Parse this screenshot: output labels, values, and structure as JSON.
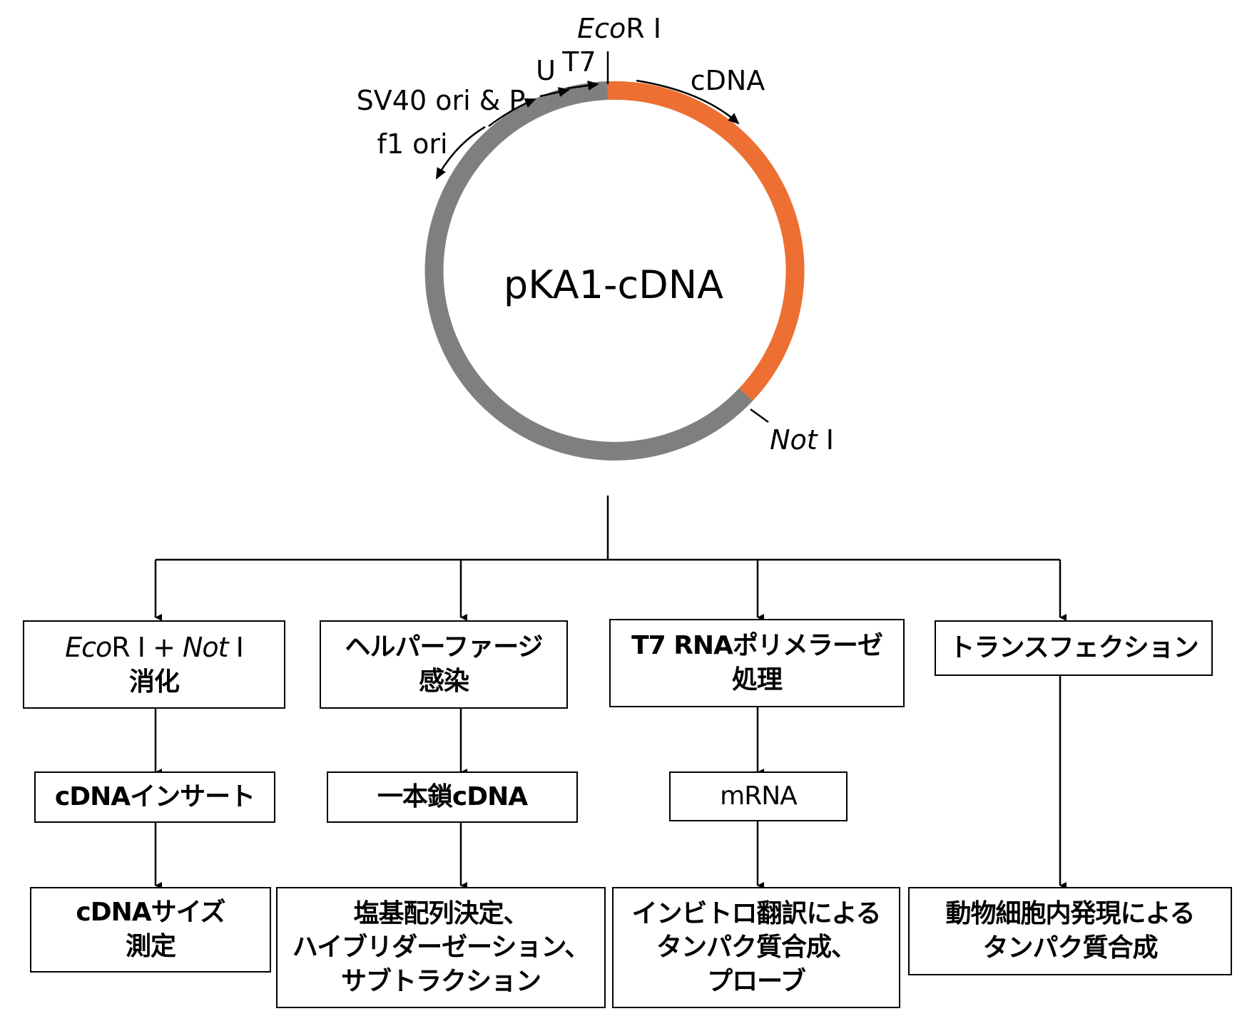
{
  "plasmid": {
    "name": "pKA1-cDNA",
    "features": {
      "ecori": "EcoR I",
      "ecori_italic": "Eco",
      "ecori_rest": "R I",
      "t7": "T7",
      "u": "U",
      "sv40": "SV40 ori & P",
      "f1": "f1 ori",
      "cdna": "cDNA",
      "noti_italic": "Not",
      "noti_rest": " I"
    },
    "colors": {
      "backbone": "#7f7f7f",
      "insert": "#ed7032"
    }
  },
  "branches": [
    {
      "step1": {
        "parts": [
          "Eco",
          "R I + ",
          "Not",
          " I"
        ],
        "line2": "消化"
      },
      "step2": "cDNAインサート",
      "step3": [
        "cDNAサイズ",
        "測定"
      ]
    },
    {
      "step1": {
        "line1": "ヘルパーファージ",
        "line2": "感染"
      },
      "step2": "一本鎖cDNA",
      "step3": [
        "塩基配列決定、",
        "ハイブリダーゼーション、",
        "サブトラクション"
      ]
    },
    {
      "step1": {
        "line1": "T7 RNAポリメラーゼ",
        "line2": "処理"
      },
      "step2": "mRNA",
      "step3": [
        "インビトロ翻訳による",
        "タンパク質合成、",
        "プローブ"
      ]
    },
    {
      "step1": {
        "line1": "トランスフェクション"
      },
      "step3": [
        "動物細胞内発現による",
        "タンパク質合成"
      ]
    }
  ]
}
